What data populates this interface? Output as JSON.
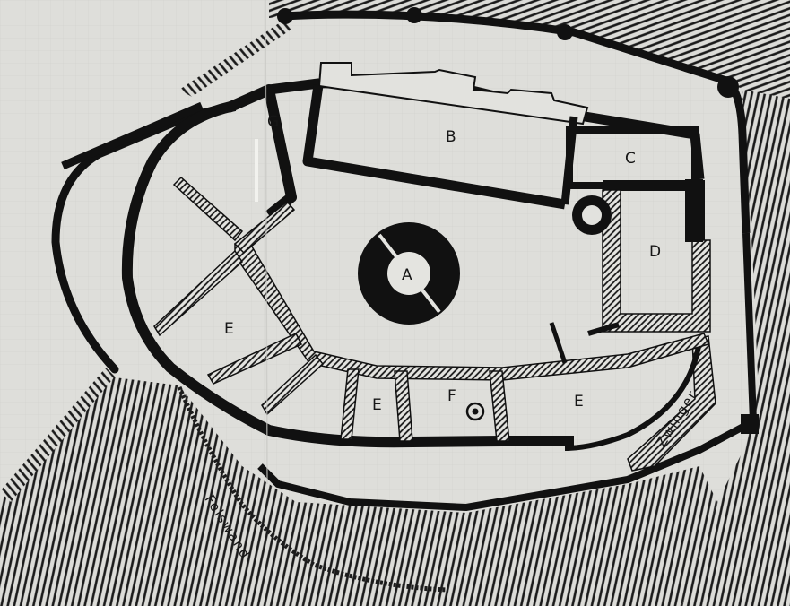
{
  "plan": {
    "rooms": [
      {
        "id": "A",
        "label": "A"
      },
      {
        "id": "B",
        "label": "B"
      },
      {
        "id": "C",
        "label": "C"
      },
      {
        "id": "D",
        "label": "D"
      },
      {
        "id": "E1",
        "label": "E"
      },
      {
        "id": "E2",
        "label": "E"
      },
      {
        "id": "E3",
        "label": "E"
      },
      {
        "id": "F",
        "label": "F"
      },
      {
        "id": "G",
        "label": "G"
      }
    ],
    "annotations": {
      "zwinger": "Zwinger",
      "felswand": "Felswand"
    }
  }
}
